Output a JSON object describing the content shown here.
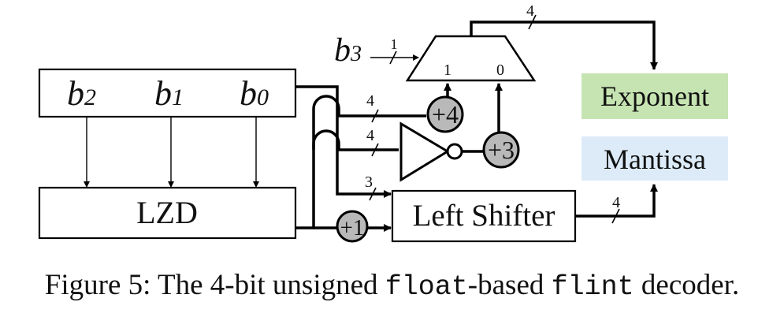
{
  "diagram": {
    "inputs": {
      "b2_base": "b",
      "b2_sub": "2",
      "b1_base": "b",
      "b1_sub": "1",
      "b0_base": "b",
      "b0_sub": "0",
      "b3_base": "b",
      "b3_sub": "3"
    },
    "blocks": {
      "lzd": "LZD",
      "left_shifter": "Left Shifter",
      "exponent": "Exponent",
      "mantissa": "Mantissa"
    },
    "ops": {
      "plus4": "+4",
      "plus3": "+3",
      "plus1": "+1"
    },
    "mux": {
      "in1": "1",
      "in0": "0"
    },
    "bus_widths": {
      "b3_in": "1",
      "mux_out": "4",
      "to_plus4": "4",
      "to_inverter": "4",
      "to_shifter": "3",
      "shifter_out": "4"
    },
    "colors": {
      "exponent_bg": "#c6e4b2",
      "mantissa_bg": "#ddebf8",
      "adder_fill": "#b9b9b9"
    }
  },
  "caption": {
    "prefix": "Figure 5: The 4-bit unsigned ",
    "code1": "float",
    "middle": "-based ",
    "code2": "flint",
    "suffix": " decoder."
  }
}
